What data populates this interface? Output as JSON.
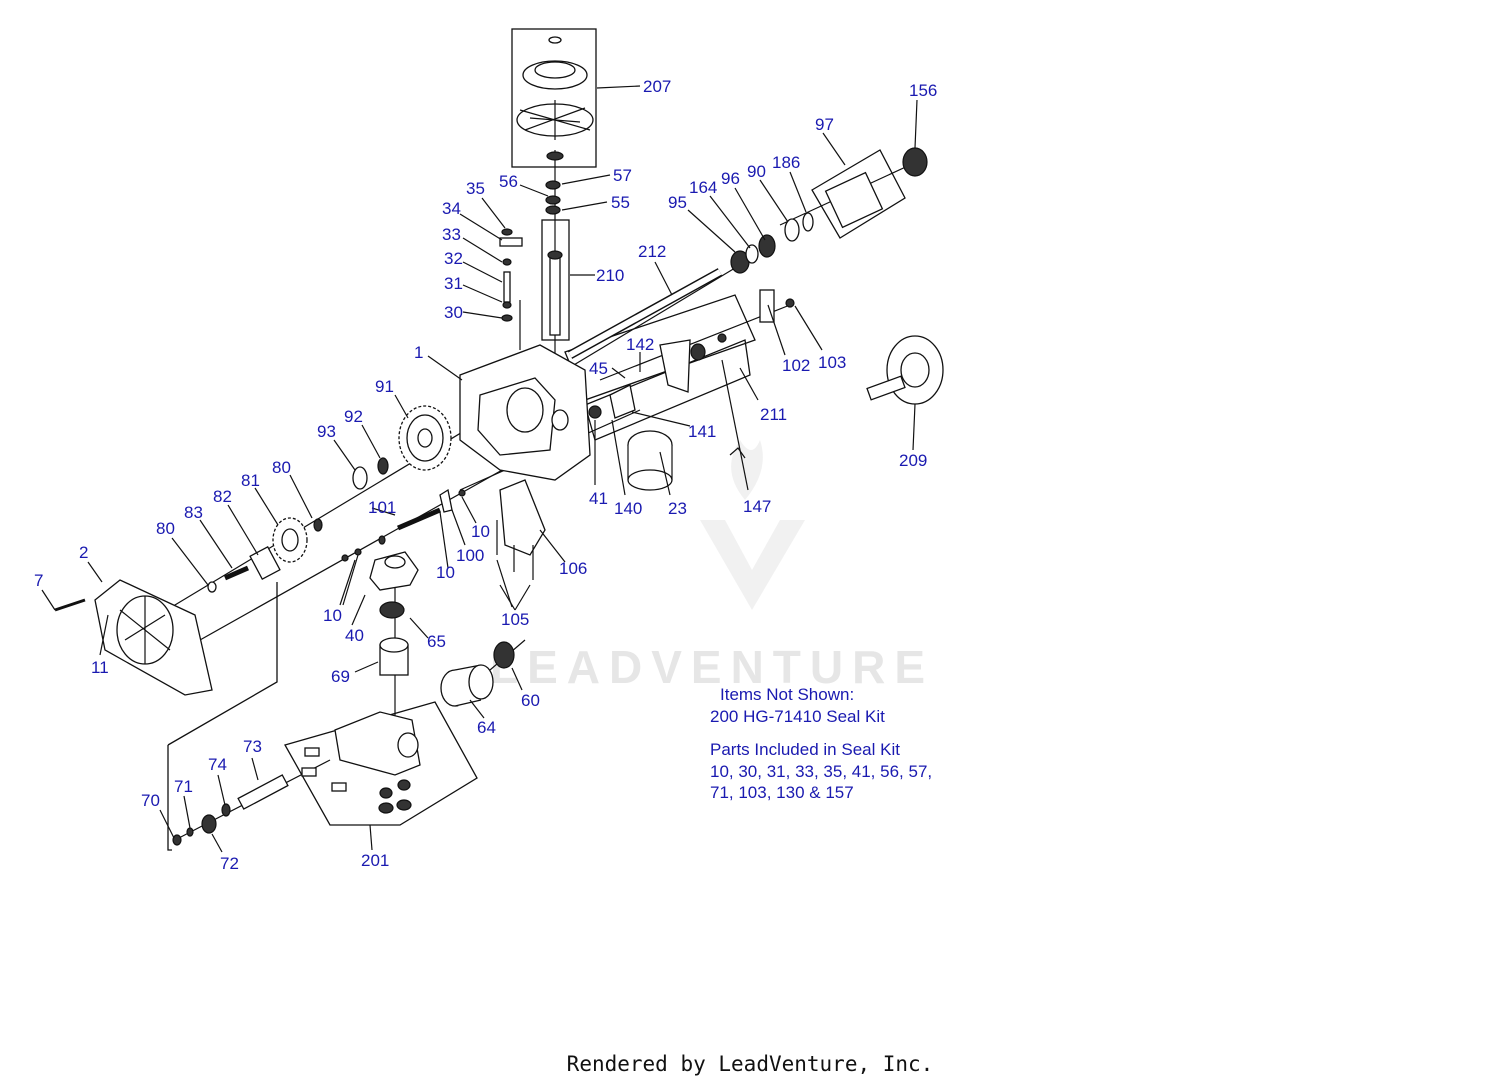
{
  "diagram": {
    "callouts": [
      "207",
      "156",
      "97",
      "57",
      "56",
      "55",
      "35",
      "34",
      "33",
      "32",
      "31",
      "30",
      "164",
      "96",
      "90",
      "186",
      "95",
      "212",
      "210",
      "1",
      "142",
      "45",
      "102",
      "103",
      "91",
      "92",
      "93",
      "211",
      "141",
      "209",
      "81",
      "80",
      "101",
      "41",
      "140",
      "23",
      "147",
      "82",
      "83",
      "10",
      "100",
      "106",
      "2",
      "7",
      "105",
      "40",
      "65",
      "11",
      "69",
      "60",
      "64",
      "73",
      "74",
      "70",
      "71",
      "72",
      "201"
    ],
    "watermark": "LEADVENTURE",
    "items_not_shown": {
      "heading": "Items Not Shown:",
      "line": "200 HG-71410 Seal Kit"
    },
    "seal_kit": {
      "heading": "Parts Included in Seal Kit",
      "lines": [
        "10, 30, 31, 33, 35, 41, 56, 57,",
        "71, 103, 130 & 157"
      ]
    }
  },
  "footer": {
    "text": "Rendered by LeadVenture, Inc."
  }
}
